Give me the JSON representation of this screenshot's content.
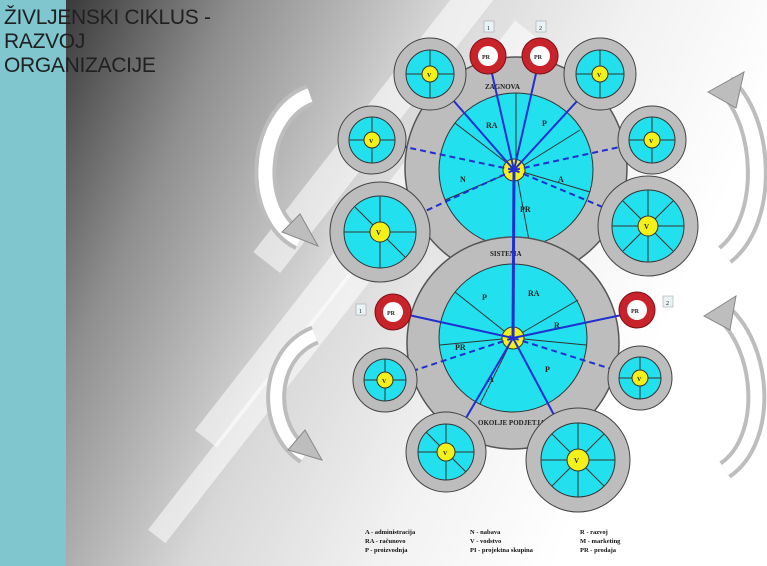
{
  "title": {
    "line1": "ŽIVLJENSKI CIKLUS -",
    "line2": "RAZVOJ",
    "line3": "ORGANIZACIJE"
  },
  "diagram": {
    "top_ring_label": "ZAGNOVA",
    "middle_label": "SISTEMA",
    "bottom_ring_label": "OKOLJE PODJETJA",
    "center_label": "V",
    "pr_label": "PR",
    "top_numbers": [
      "1",
      "2"
    ],
    "side_numbers": [
      "1",
      "2"
    ],
    "top_segments": [
      "RA",
      "P",
      "A",
      "PR",
      "N"
    ],
    "bottom_segments": [
      "P",
      "RA",
      "R",
      "PR",
      "A",
      "P"
    ]
  },
  "legend": {
    "col1": [
      "A - administracija",
      "RA - računovo",
      "P - proizvodnja"
    ],
    "col2": [
      "N - nabava",
      "V - vodstvo",
      "PI - projektna skupina"
    ],
    "col3": [
      "R - razvoj",
      "M - marketing",
      "PR - prodaja"
    ]
  },
  "colors": {
    "ring_gray": "#bdbdbd",
    "cyan": "#22e0ee",
    "yellow": "#f3f01a",
    "red_ring": "#c8222a",
    "blue_line": "#1f2fd0",
    "left_bar": "#7fc6cf"
  }
}
